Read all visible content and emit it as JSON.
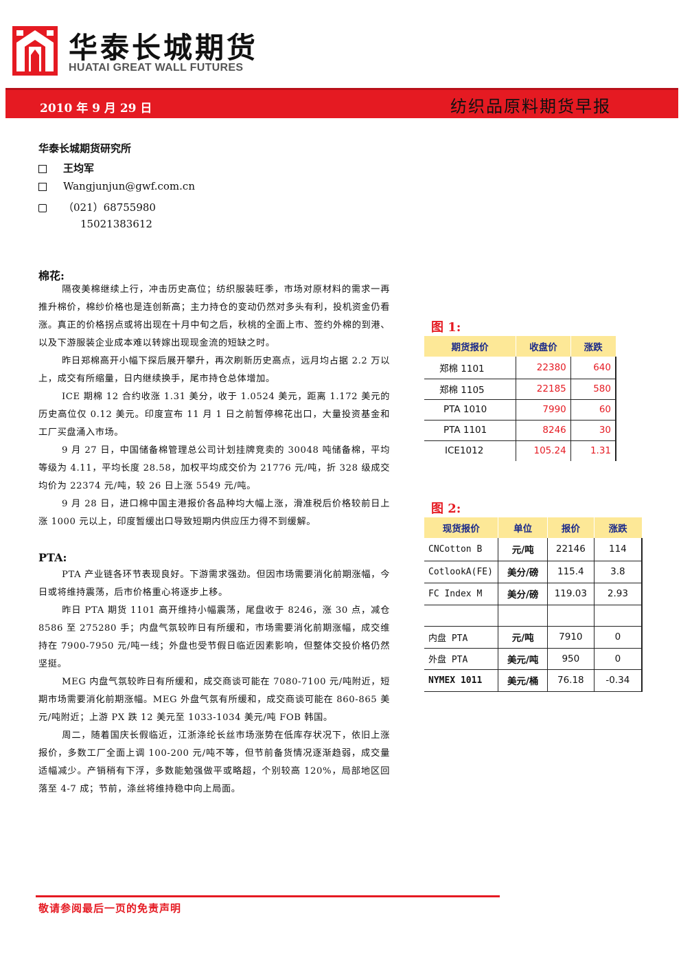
{
  "header": {
    "brand_cn": "华泰长城期货",
    "brand_en": "HUATAI GREAT WALL FUTURES",
    "date": "2010 年 9 月 29 日",
    "report_title": "纺织品原料期货早报",
    "accent_color": "#e51a22"
  },
  "contact": {
    "institute": "华泰长城期货研究所",
    "name": "王均军",
    "email": "Wangjunjun@gwf.com.cn",
    "phone": "（021）68755980",
    "mobile": "15021383612",
    "icons": [
      "pen-icon",
      "mail-icon",
      "phone-icon"
    ]
  },
  "cotton": {
    "title": "棉花:",
    "paragraphs": [
      "隔夜美棉继续上行，冲击历史高位；纺织服装旺季，市场对原材料的需求一再推升棉价，棉纱价格也是连创新高；主力持仓的变动仍然对多头有利，投机资金仍看涨。真正的价格拐点或将出现在十月中旬之后，秋桃的全面上市、签约外棉的到港、以及下游服装企业成本难以转嫁出现现金流的短缺之时。",
      "昨日郑棉高开小幅下探后展开攀升，再次刷新历史高点，远月均占据 2.2 万以上，成交有所缩量，日内继续换手，尾市持仓总体增加。",
      "ICE 期棉 12 合约收涨 1.31 美分，收于 1.0524 美元，距离 1.172 美元的历史高位仅 0.12 美元。印度宣布 11 月 1 日之前暂停棉花出口，大量投资基金和工厂买盘涌入市场。",
      "9 月 27 日，中国储备棉管理总公司计划挂牌竞卖的 30048 吨储备棉，平均等级为 4.11，平均长度 28.58，加权平均成交价为 21776 元/吨，折 328 级成交均价为 22374 元/吨，较 26 日上涨 5549 元/吨。",
      "9 月 28 日，进口棉中国主港报价各品种均大幅上涨，滑准税后价格较前日上涨 1000 元以上，印度暂缓出口导致短期内供应压力得不到缓解。"
    ]
  },
  "pta": {
    "title": "PTA:",
    "paragraphs": [
      "PTA 产业链各环节表现良好。下游需求强劲。但因市场需要消化前期涨幅，今日或将维持震荡，后市价格重心将逐步上移。",
      "昨日 PTA 期货 1101 高开维持小幅震荡，尾盘收于 8246，涨 30 点，减仓 8586 至 275280 手；内盘气氛较昨日有所缓和，市场需要消化前期涨幅，成交维持在 7900-7950 元/吨一线；外盘也受节假日临近因素影响，但整体交投价格仍然坚挺。",
      "MEG 内盘气氛较昨日有所缓和，成交商谈可能在 7080-7100 元/吨附近，短期市场需要消化前期涨幅。MEG 外盘气氛有所缓和，成交商谈可能在 860-865 美元/吨附近；上游 PX 跌 12 美元至 1033-1034 美元/吨 FOB 韩国。",
      "周二，随着国庆长假临近，江浙涤纶长丝市场涨势在低库存状况下，依旧上涨报价，多数工厂全面上调 100-200 元/吨不等，但节前备货情况逐渐趋弱，成交量适幅减少。产销稍有下浮，多数能勉强做平或略超，个别较高 120%，局部地区回落至 4-7 成；节前，涤丝将维持稳中向上局面。"
    ]
  },
  "figure1": {
    "label": "图 1:",
    "headers": [
      "期货报价",
      "收盘价",
      "涨跌"
    ],
    "rows": [
      [
        "郑棉 1101",
        "22380",
        "640"
      ],
      [
        "郑棉 1105",
        "22185",
        "580"
      ],
      [
        "PTA 1010",
        "7990",
        "60"
      ],
      [
        "PTA 1101",
        "8246",
        "30"
      ],
      [
        "ICE1012",
        "105.24",
        "1.31"
      ]
    ]
  },
  "figure2": {
    "label": "图 2:",
    "headers": [
      "现货报价",
      "单位",
      "报价",
      "涨跌"
    ],
    "rows": [
      [
        "CNCotton B",
        "元/吨",
        "22146",
        "114"
      ],
      [
        "CotlookA(FE)",
        "美分/磅",
        "115.4",
        "3.8"
      ],
      [
        "FC Index M",
        "美分/磅",
        "119.03",
        "2.93"
      ],
      [
        "",
        "",
        "",
        ""
      ],
      [
        "内盘 PTA",
        "元/吨",
        "7910",
        "0"
      ],
      [
        "外盘 PTA",
        "美元/吨",
        "950",
        "0"
      ],
      [
        "NYMEX 1011",
        "美元/桶",
        "76.18",
        "-0.34"
      ]
    ]
  },
  "footer": {
    "disclaimer": "敬请参阅最后一页的免责声明"
  }
}
